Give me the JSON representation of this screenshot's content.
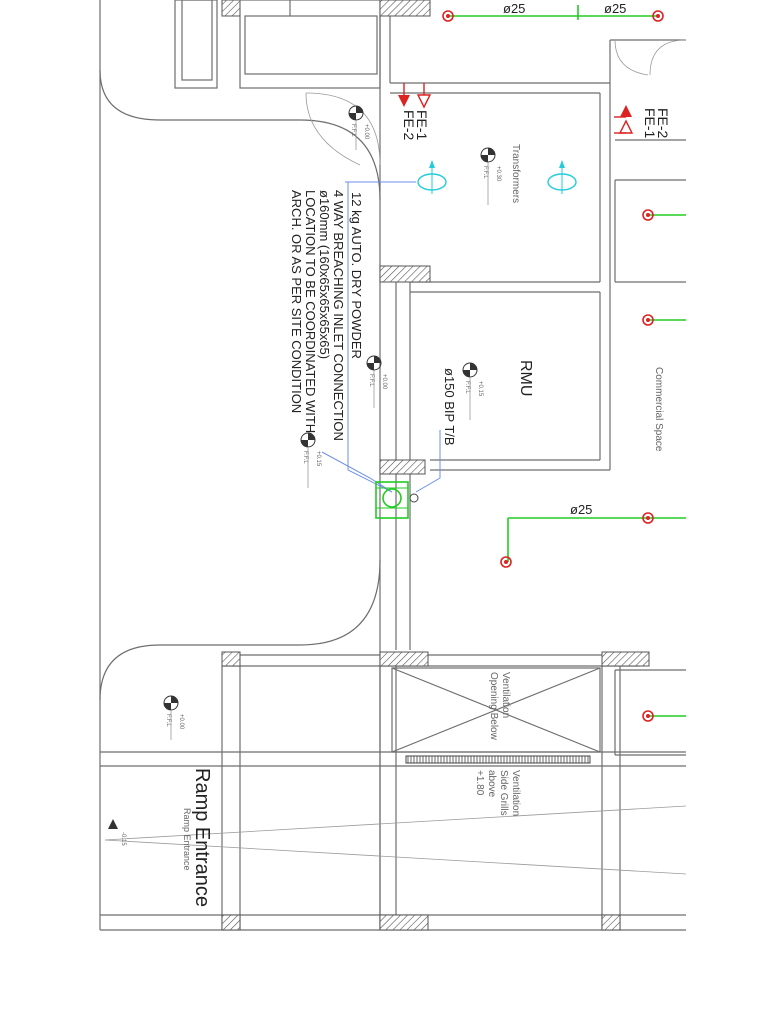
{
  "pipe_labels": {
    "top_left": "ø25",
    "top_right": "ø25",
    "middle": "ø25"
  },
  "fire_extinguishers": {
    "left": {
      "a": "FE-1",
      "b": "FE-2"
    },
    "right": {
      "a": "FE-2",
      "b": "FE-1"
    }
  },
  "rooms": {
    "transformers": "Transformers",
    "rmu": "RMU",
    "commercial": "Commercial Space",
    "ramp": "Ramp Entrance",
    "ramp_sub": "Ramp Entrance",
    "vent_opening": [
      "Ventilation",
      "Opening Below"
    ],
    "vent_grills": [
      "Ventilation",
      "Side Grills",
      "above",
      "+1.80"
    ]
  },
  "notes": {
    "powder": "12 kg AUTO. DRY POWDER",
    "breaching": [
      "4 WAY BREACHING INLET CONNECTION",
      "ø160mm (160x65x65x65x65)",
      "LOCATION TO BE COORDINATED WITH",
      "ARCH. OR AS PER SITE CONDITION"
    ],
    "pipe": "ø150 BIP T/B"
  },
  "levels": {
    "l1": {
      "value": "+0.00",
      "ref": "F.F.L"
    },
    "l2": {
      "value": "+0.30",
      "ref": "F.F.L"
    },
    "l3": {
      "value": "+0.00",
      "ref": "F.F.L"
    },
    "l4": {
      "value": "+0.15",
      "ref": "F.F.L"
    },
    "l5": {
      "value": "+0.15",
      "ref": "F.F.L"
    },
    "l6": {
      "value": "+0.00",
      "ref": "F.F.L"
    },
    "l7": {
      "value": "-0.15"
    }
  },
  "colors": {
    "sprinkler": "#dd2222",
    "pipe": "#22cc22",
    "fan": "#22ccdd",
    "leader": "#6b8fe8",
    "wall_hatch": "#555555"
  }
}
